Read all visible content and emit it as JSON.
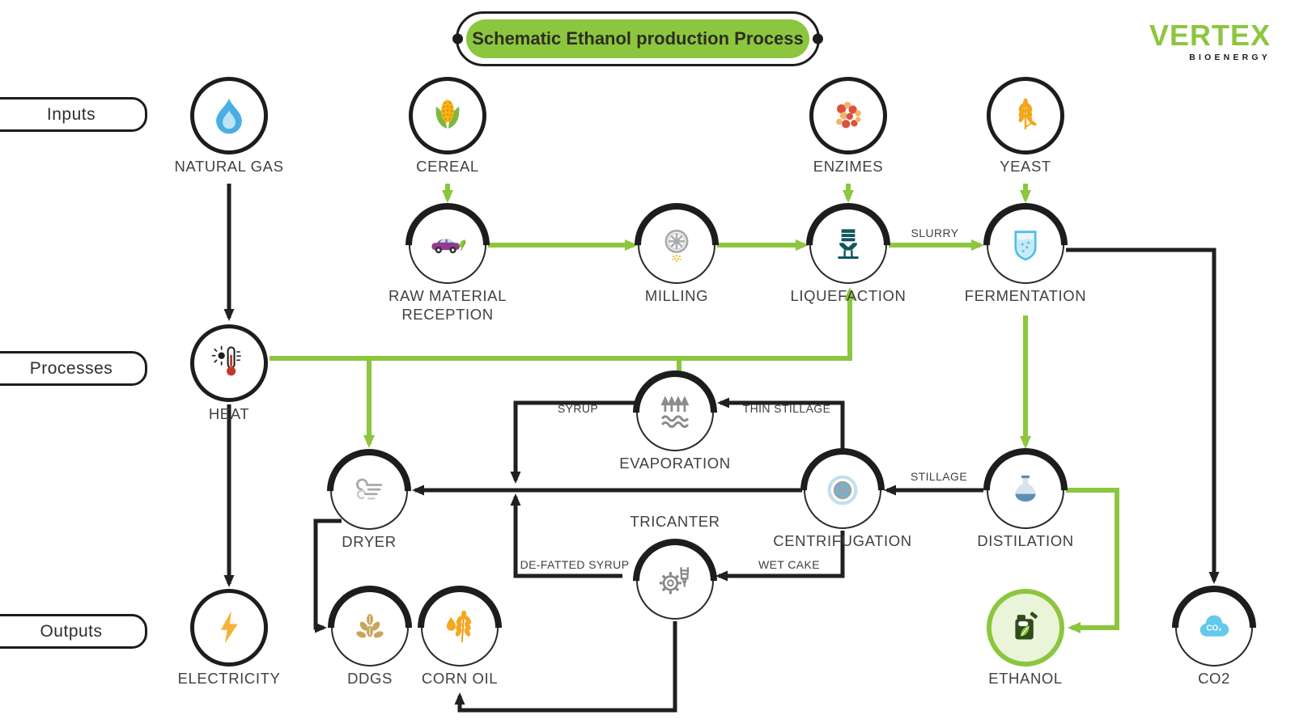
{
  "title": "Schematic Ethanol production Process",
  "logo": {
    "brand": "VERTEX",
    "sub": "BIOENERGY"
  },
  "colors": {
    "brand_green": "#8CC63E",
    "line_black": "#231F20"
  },
  "tabs": [
    {
      "label": "Inputs"
    },
    {
      "label": "Processes"
    },
    {
      "label": "Outputs"
    }
  ],
  "nodes": [
    {
      "id": "natural-gas",
      "label": "NATURAL GAS",
      "icon": "flame"
    },
    {
      "id": "cereal",
      "label": "CEREAL",
      "icon": "corn"
    },
    {
      "id": "enzimes",
      "label": "ENZIMES",
      "icon": "enzymes"
    },
    {
      "id": "yeast",
      "label": "YEAST",
      "icon": "wheat"
    },
    {
      "id": "raw-material-reception",
      "label": "RAW MATERIAL RECEPTION",
      "icon": "car"
    },
    {
      "id": "milling",
      "label": "MILLING",
      "icon": "mill-fan"
    },
    {
      "id": "liquefaction",
      "label": "LIQUEFACTION",
      "icon": "hopper-tank"
    },
    {
      "id": "fermentation",
      "label": "FERMENTATION",
      "icon": "fermenter"
    },
    {
      "id": "heat",
      "label": "HEAT",
      "icon": "thermometer"
    },
    {
      "id": "evaporation",
      "label": "EVAPORATION",
      "icon": "evaporation-waves"
    },
    {
      "id": "dryer",
      "label": "DRYER",
      "icon": "wind"
    },
    {
      "id": "tricanter",
      "label": "TRICANTER",
      "icon": "gear-decanter"
    },
    {
      "id": "centrifugation",
      "label": "CENTRIFUGATION",
      "icon": "centrifuge"
    },
    {
      "id": "distilation",
      "label": "DISTILATION",
      "icon": "flask"
    },
    {
      "id": "electricity",
      "label": "ELECTRICITY",
      "icon": "lightning"
    },
    {
      "id": "ddgs",
      "label": "DDGS",
      "icon": "grain-seeds"
    },
    {
      "id": "corn-oil",
      "label": "CORN OIL",
      "icon": "wheat-droplet"
    },
    {
      "id": "ethanol",
      "label": "ETHANOL",
      "icon": "fuel-can-leaf"
    },
    {
      "id": "co2",
      "label": "CO2",
      "icon": "co2-cloud"
    }
  ],
  "icons": {
    "co2_text": "CO₂"
  },
  "edge_labels": {
    "slurry": "SLURRY",
    "syrup": "SYRUP",
    "thin_stillage": "THIN STILLAGE",
    "stillage": "STILLAGE",
    "de_fatted_syrup": "DE-FATTED SYRUP",
    "wet_cake": "WET CAKE"
  },
  "flows": [
    {
      "from": "NATURAL GAS",
      "to": "HEAT",
      "color": "black"
    },
    {
      "from": "CEREAL",
      "to": "RAW MATERIAL RECEPTION",
      "color": "green"
    },
    {
      "from": "ENZIMES",
      "to": "LIQUEFACTION",
      "color": "green"
    },
    {
      "from": "YEAST",
      "to": "FERMENTATION",
      "color": "green"
    },
    {
      "from": "RAW MATERIAL RECEPTION",
      "to": "MILLING",
      "color": "green"
    },
    {
      "from": "MILLING",
      "to": "LIQUEFACTION",
      "color": "green"
    },
    {
      "from": "LIQUEFACTION",
      "to": "FERMENTATION",
      "label": "SLURRY",
      "color": "green"
    },
    {
      "from": "HEAT",
      "to": "DRYER",
      "color": "green"
    },
    {
      "from": "HEAT",
      "to": "EVAPORATION",
      "color": "green"
    },
    {
      "from": "HEAT",
      "to": "LIQUEFACTION",
      "color": "green"
    },
    {
      "from": "HEAT",
      "to": "ELECTRICITY",
      "color": "black"
    },
    {
      "from": "FERMENTATION",
      "to": "DISTILATION",
      "color": "green"
    },
    {
      "from": "FERMENTATION",
      "to": "CO2",
      "color": "black"
    },
    {
      "from": "DISTILATION",
      "to": "CENTRIFUGATION",
      "label": "STILLAGE",
      "color": "black"
    },
    {
      "from": "DISTILATION",
      "to": "ETHANOL",
      "color": "green"
    },
    {
      "from": "CENTRIFUGATION",
      "to": "EVAPORATION",
      "label": "THIN STILLAGE",
      "color": "black"
    },
    {
      "from": "EVAPORATION",
      "to": "DRYER",
      "label": "SYRUP",
      "color": "black"
    },
    {
      "from": "CENTRIFUGATION",
      "to": "DRYER",
      "color": "black"
    },
    {
      "from": "CENTRIFUGATION",
      "to": "TRICANTER",
      "label": "WET CAKE",
      "color": "black"
    },
    {
      "from": "TRICANTER",
      "to": "DRYER",
      "label": "DE-FATTED SYRUP",
      "color": "black"
    },
    {
      "from": "DRYER",
      "to": "DDGS",
      "color": "black"
    },
    {
      "from": "TRICANTER",
      "to": "CORN OIL",
      "color": "black"
    }
  ]
}
